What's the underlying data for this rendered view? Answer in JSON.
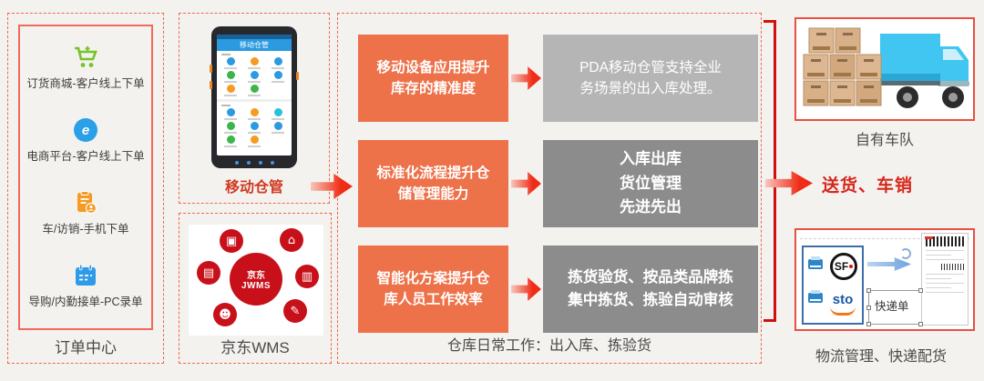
{
  "colors": {
    "dashed_border": "#e96a4b",
    "left_inner_border": "#f1695c",
    "photo_box_border": "#ea4f42",
    "orange_box": "#ed7149",
    "gray_box_light": "#b5b5b5",
    "gray_box_dark": "#8c8c8c",
    "jd_red": "#c8101a",
    "bracket_red": "#cf1010",
    "flow_text_red": "#d5281c",
    "mobile_caption_red": "#d03a22"
  },
  "order_center": {
    "caption": "订单中心",
    "items": [
      {
        "label": "订货商城-客户线上下单",
        "icon": "cart-icon",
        "color": "#76c32a"
      },
      {
        "label": "电商平台-客户线上下单",
        "icon": "ecommerce-icon",
        "color": "#2b9fe8"
      },
      {
        "label": "车/访销-手机下单",
        "icon": "order-clipboard-icon",
        "color": "#f59a23"
      },
      {
        "label": "导购/内勤接单-PC录单",
        "icon": "calendar-icon",
        "color": "#2e9be8"
      }
    ]
  },
  "mobile": {
    "screen_title": "移动仓管",
    "caption": "移动仓管"
  },
  "wms": {
    "hub_line1": "京东",
    "hub_line2": "JWMS",
    "caption": "京东WMS"
  },
  "warehouse": {
    "caption": "仓库日常工作：出入库、拣验货",
    "rows": [
      {
        "driver": "移动设备应用提升\n库存的精准度",
        "result": "PDA移动仓管支持全业\n务场景的出入库处理。",
        "result_bg": "#b5b5b5"
      },
      {
        "driver": "标准化流程提升仓\n储管理能力",
        "result": "入库出库\n货位管理\n先进先出",
        "result_bg": "#8c8c8c"
      },
      {
        "driver": "智能化方案提升仓\n库人员工作效率",
        "result": "拣货验货、按品类品牌拣\n集中拣货、拣验自动审核",
        "result_bg": "#8c8c8c"
      }
    ]
  },
  "delivery": {
    "truck_caption": "自有车队",
    "flow_label": "送货、车销",
    "logistics_caption": "物流管理、快递配货",
    "courier_note": "快递单",
    "sf_logo": "SF",
    "sto_logo": "sto"
  }
}
